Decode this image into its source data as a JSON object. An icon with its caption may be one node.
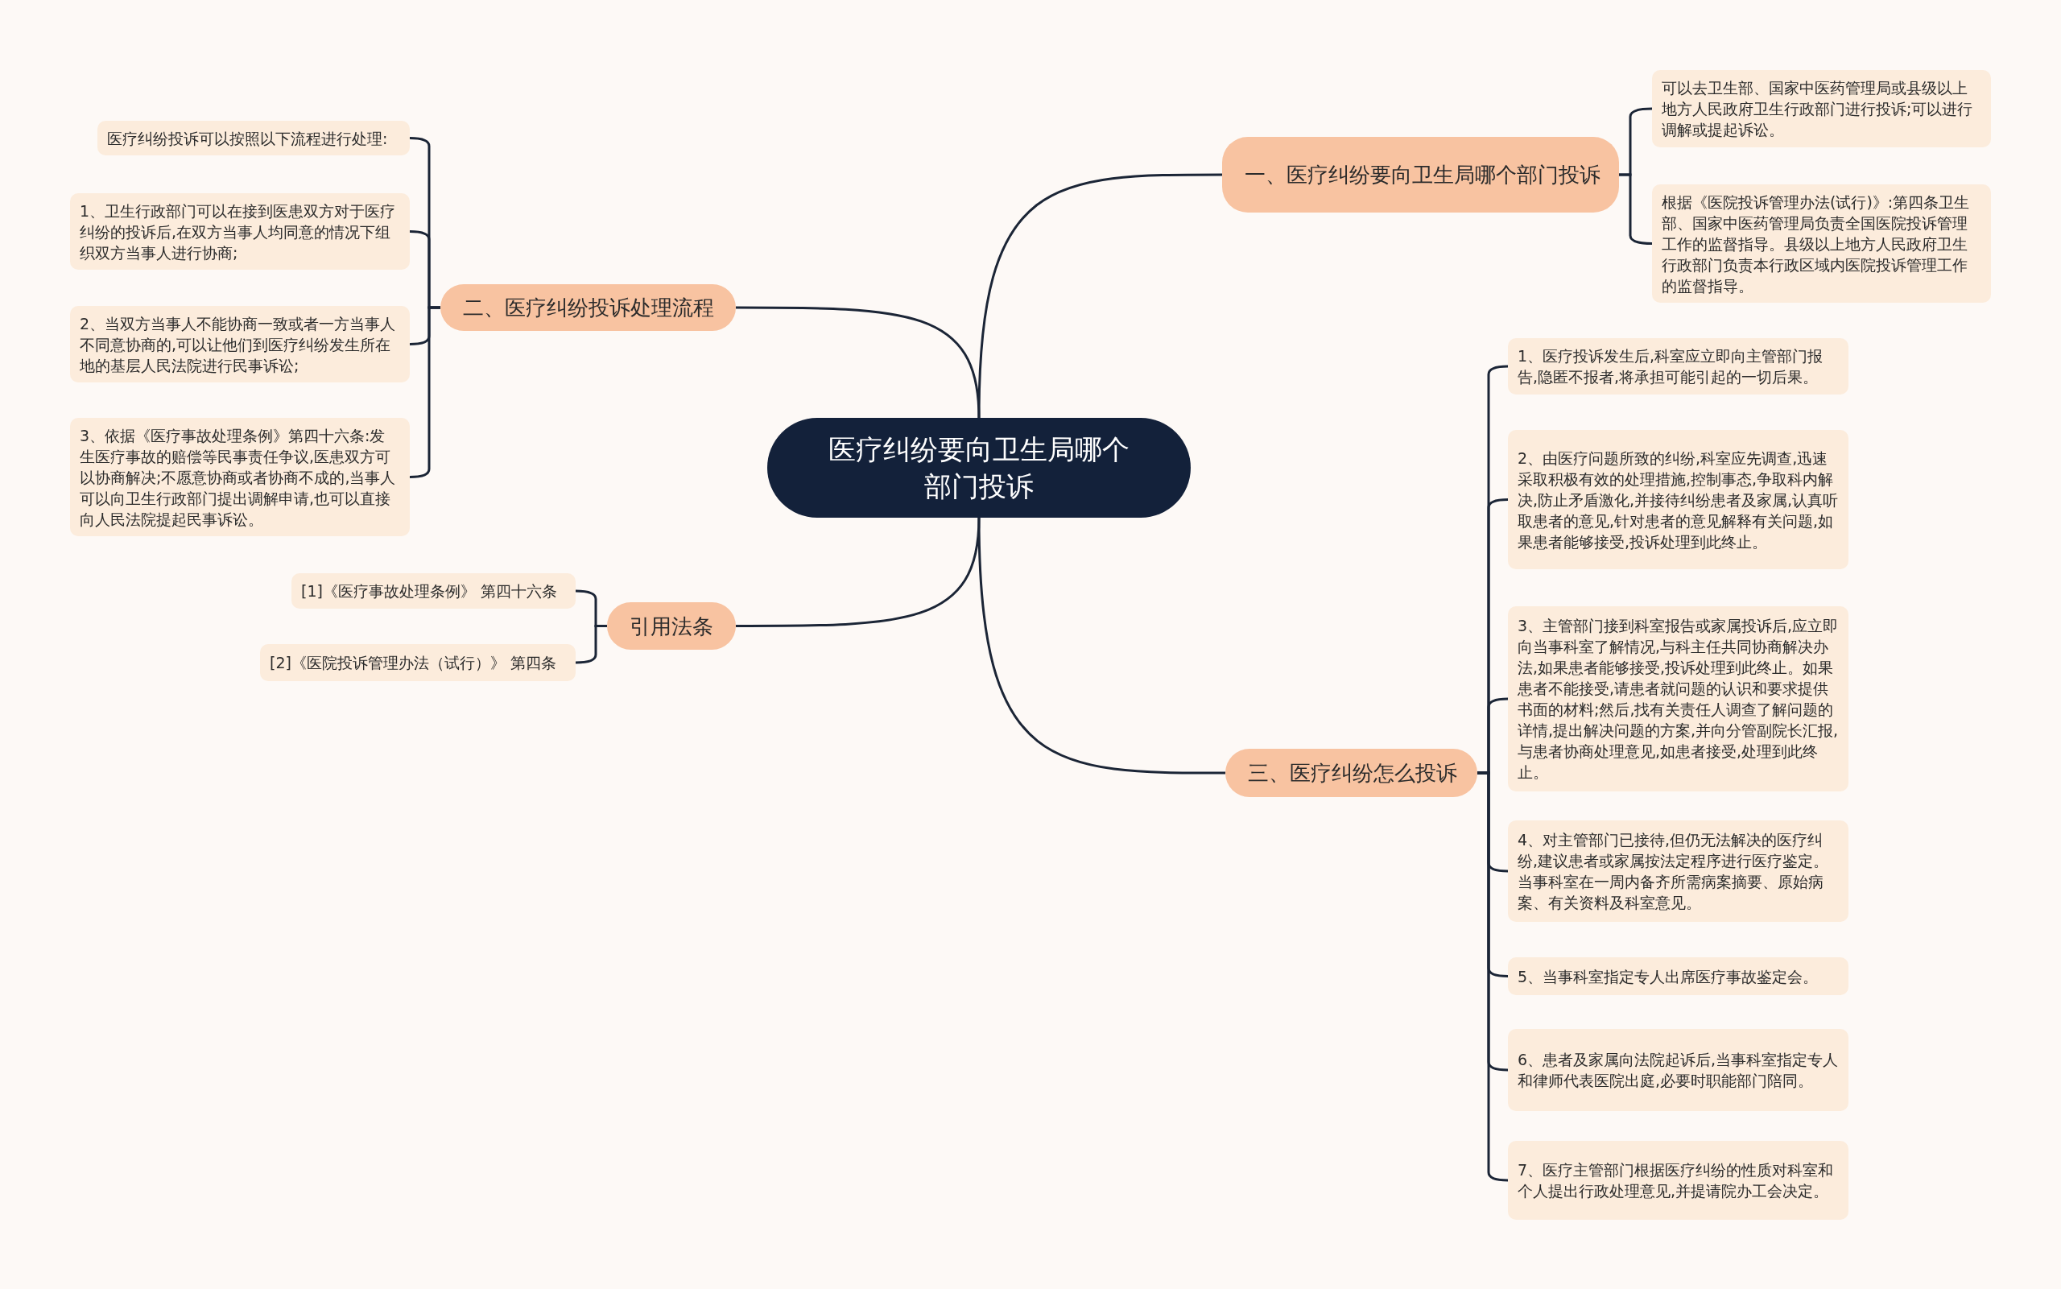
{
  "diagram": {
    "nodes": [
      {
        "text": [
          "医疗纠纷要向卫生局哪个部门投诉"
        ]
      },
      {
        "text": [
          "一、医疗纠纷要向卫生局哪个部门投诉"
        ]
      },
      {
        "text": [
          "可以去卫生部、国家中医药管理局或县级以上地方人民政府卫生行政部门进行投诉;可以进行调解或提起诉讼。"
        ]
      },
      {
        "text": [
          "根据《医院投诉管理办法(试行)》:第四条卫生部、国家中医药管理局负责全国医院投诉管理工作的监督指导。县级以上地方人民政府卫生行政部门负责本行政区域内医院投诉管理工作的监督指导。"
        ]
      },
      {
        "text": [
          "二、医疗纠纷投诉处理流程"
        ]
      },
      {
        "text": [
          "医疗纠纷投诉可以按照以下流程进行处理:"
        ]
      },
      {
        "text": [
          "1、卫生行政部门可以在接到医患双方对于医疗纠纷的投诉后,在双方当事人均同意的情况下组织双方当事人进行协商;"
        ]
      },
      {
        "text": [
          "2、当双方当事人不能协商一致或者一方当事人不同意协商的,可以让他们到医疗纠纷发生所在地的基层人民法院进行民事诉讼;"
        ]
      },
      {
        "text": [
          "3、依据《医疗事故处理条例》第四十六条:发生医疗事故的赔偿等民事责任争议,医患双方可以协商解决;不愿意协商或者协商不成的,当事人可以向卫生行政部门提出调解申请,也可以直接向人民法院提起民事诉讼。"
        ]
      },
      {
        "text": [
          "引用法条"
        ]
      },
      {
        "text": [
          "[1]《医疗事故处理条例》 第四十六条"
        ]
      },
      {
        "text": [
          "[2]《医院投诉管理办法（试行）》 第四条"
        ]
      },
      {
        "text": [
          "三、医疗纠纷怎么投诉"
        ]
      },
      {
        "text": [
          "1、医疗投诉发生后,科室应立即向主管部门报告,隐匿不报者,将承担可能引起的一切后果。"
        ]
      },
      {
        "text": [
          "2、由医疗问题所致的纠纷,科室应先调查,迅速采取积极有效的处理措施,控制事态,争取科内解决,防止矛盾激化,并接待纠纷患者及家属,认真听取患者的意见,针对患者的意见解释有关问题,如果患者能够接受,投诉处理到此终止。"
        ]
      },
      {
        "text": [
          "3、主管部门接到科室报告或家属投诉后,应立即向当事科室了解情况,与科主任共同协商解决办法,如果患者能够接受,投诉处理到此终止。如果患者不能接受,请患者就问题的认识和要求提供书面的材料;然后,找有关责任人调查了解问题的详情,提出解决问题的方案,并向分管副院长汇报,与患者协商处理意见,如患者接受,处理到此终止。"
        ]
      },
      {
        "text": [
          "4、对主管部门已接待,但仍无法解决的医疗纠纷,建议患者或家属按法定程序进行医疗鉴定。当事科室在一周内备齐所需病案摘要、原始病案、有关资料及科室意见。"
        ]
      },
      {
        "text": [
          "5、当事科室指定专人出席医疗事故鉴定会。"
        ]
      },
      {
        "text": [
          "6、患者及家属向法院起诉后,当事科室指定专人和律师代表医院出庭,必要时职能部门陪同。"
        ]
      },
      {
        "text": [
          "7、医疗主管部门根据医疗纠纷的性质对科室和个人提出行政处理意见,并提请院办工会决定。"
        ]
      }
    ],
    "edges": [
      {
        "from": 0,
        "to": 1,
        "arrow": "none"
      },
      {
        "from": 1,
        "to": 2,
        "arrow": "none"
      },
      {
        "from": 1,
        "to": 3,
        "arrow": "none"
      },
      {
        "from": 0,
        "to": 4,
        "arrow": "none"
      },
      {
        "from": 4,
        "to": 5,
        "arrow": "none"
      },
      {
        "from": 4,
        "to": 6,
        "arrow": "none"
      },
      {
        "from": 4,
        "to": 7,
        "arrow": "none"
      },
      {
        "from": 4,
        "to": 8,
        "arrow": "none"
      },
      {
        "from": 0,
        "to": 9,
        "arrow": "none"
      },
      {
        "from": 9,
        "to": 10,
        "arrow": "none"
      },
      {
        "from": 9,
        "to": 11,
        "arrow": "none"
      },
      {
        "from": 0,
        "to": 12,
        "arrow": "none"
      },
      {
        "from": 12,
        "to": 13,
        "arrow": "none"
      },
      {
        "from": 12,
        "to": 14,
        "arrow": "none"
      },
      {
        "from": 12,
        "to": 15,
        "arrow": "none"
      },
      {
        "from": 12,
        "to": 16,
        "arrow": "none"
      },
      {
        "from": 12,
        "to": 17,
        "arrow": "none"
      },
      {
        "from": 12,
        "to": 18,
        "arrow": "none"
      },
      {
        "from": 12,
        "to": 19,
        "arrow": "none"
      }
    ]
  }
}
